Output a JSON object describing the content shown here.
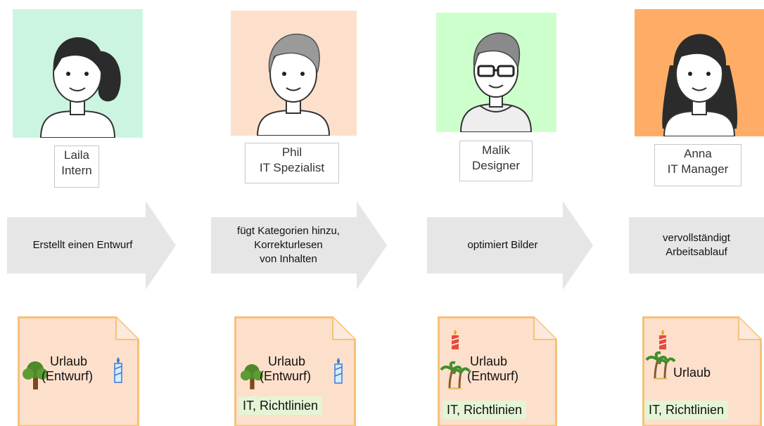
{
  "people": [
    {
      "name": "Laila",
      "role": "Intern",
      "bg": "#ccf5e1",
      "hair": "ponytail"
    },
    {
      "name": "Phil",
      "role": "IT Spezialist",
      "bg": "#fde0cc",
      "hair": "short-gray"
    },
    {
      "name": "Malik",
      "role": "Designer",
      "bg": "#ccffcc",
      "hair": "glasses-hoodie"
    },
    {
      "name": "Anna",
      "role": "IT Manager",
      "bg": "#ffad66",
      "hair": "long-dark"
    }
  ],
  "steps": [
    {
      "lines": [
        "Erstellt einen Entwurf"
      ]
    },
    {
      "lines": [
        "fügt Kategorien hinzu,",
        "Korrekturlesen",
        "von Inhalten"
      ]
    },
    {
      "lines": [
        "optimiert Bilder"
      ]
    },
    {
      "lines": [
        "vervollständigt",
        "Arbeitsablauf"
      ]
    }
  ],
  "documents": [
    {
      "title_lines": [
        "Urlaub",
        "(Entwurf)"
      ],
      "icons": [
        "tree-icon",
        "candle-blue-icon"
      ],
      "tag": ""
    },
    {
      "title_lines": [
        "Urlaub",
        "(Entwurf)"
      ],
      "icons": [
        "tree-icon",
        "candle-blue-icon"
      ],
      "tag": "IT, Richtlinien"
    },
    {
      "title_lines": [
        "Urlaub",
        "(Entwurf)"
      ],
      "icons": [
        "palm-icon",
        "candle-red-icon"
      ],
      "tag": "IT, Richtlinien"
    },
    {
      "title_lines": [
        "Urlaub"
      ],
      "icons": [
        "palm-icon",
        "candle-red-icon"
      ],
      "tag": "IT, Richtlinien"
    }
  ],
  "colors": {
    "arrow": "#e6e6e6",
    "doc_fill": "#fde0cc",
    "doc_stroke": "#f4c27a",
    "tag_fill": "#e4f5d6"
  }
}
